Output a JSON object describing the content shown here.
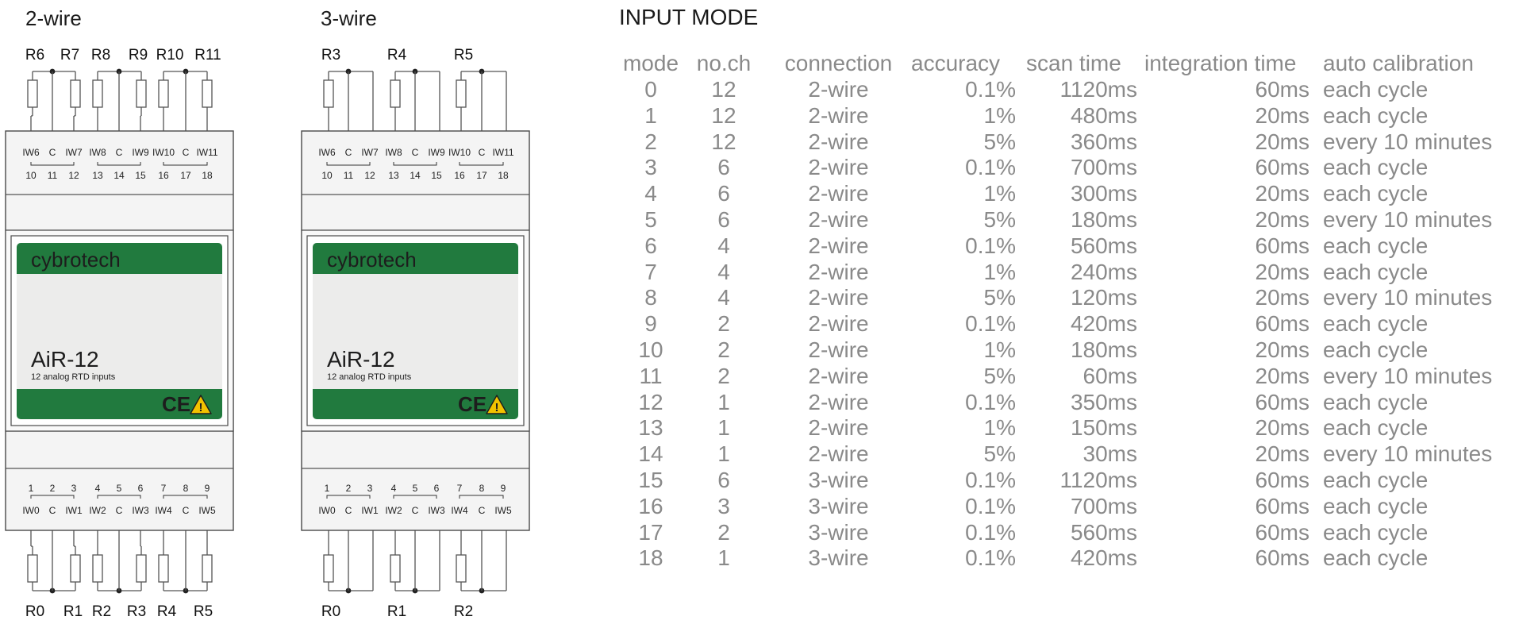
{
  "diagrams": [
    {
      "title": "2-wire",
      "top_resistor_labels": [
        "R6",
        "R7",
        "R8",
        "R9",
        "R10",
        "R11"
      ],
      "bottom_resistor_labels": [
        "R0",
        "R1",
        "R2",
        "R3",
        "R4",
        "R5"
      ],
      "top_terminal_names": [
        "IW6",
        "C",
        "IW7",
        "IW8",
        "C",
        "IW9",
        "IW10",
        "C",
        "IW11"
      ],
      "top_terminal_numbers": [
        "10",
        "11",
        "12",
        "13",
        "14",
        "15",
        "16",
        "17",
        "18"
      ],
      "bottom_terminal_numbers": [
        "1",
        "2",
        "3",
        "4",
        "5",
        "6",
        "7",
        "8",
        "9"
      ],
      "bottom_terminal_names": [
        "IW0",
        "C",
        "IW1",
        "IW2",
        "C",
        "IW3",
        "IW4",
        "C",
        "IW5"
      ],
      "brand": "cybrotech",
      "model": "AiR-12",
      "model_subtitle": "12 analog RTD inputs",
      "ce_mark": "CE"
    },
    {
      "title": "3-wire",
      "top_resistor_labels": [
        "R3",
        "R4",
        "R5"
      ],
      "bottom_resistor_labels": [
        "R0",
        "R1",
        "R2"
      ],
      "top_terminal_names": [
        "IW6",
        "C",
        "IW7",
        "IW8",
        "C",
        "IW9",
        "IW10",
        "C",
        "IW11"
      ],
      "top_terminal_numbers": [
        "10",
        "11",
        "12",
        "13",
        "14",
        "15",
        "16",
        "17",
        "18"
      ],
      "bottom_terminal_numbers": [
        "1",
        "2",
        "3",
        "4",
        "5",
        "6",
        "7",
        "8",
        "9"
      ],
      "bottom_terminal_names": [
        "IW0",
        "C",
        "IW1",
        "IW2",
        "C",
        "IW3",
        "IW4",
        "C",
        "IW5"
      ],
      "brand": "cybrotech",
      "model": "AiR-12",
      "model_subtitle": "12 analog RTD inputs",
      "ce_mark": "CE"
    }
  ],
  "input_mode": {
    "title": "INPUT MODE",
    "columns": [
      "mode",
      "no.ch",
      "connection",
      "accuracy",
      "scan time",
      "integration time",
      "auto calibration"
    ],
    "rows": [
      [
        "0",
        "12",
        "2-wire",
        "0.1%",
        "1120ms",
        "60ms",
        "each cycle"
      ],
      [
        "1",
        "12",
        "2-wire",
        "1%",
        "480ms",
        "20ms",
        "each cycle"
      ],
      [
        "2",
        "12",
        "2-wire",
        "5%",
        "360ms",
        "20ms",
        "every 10 minutes"
      ],
      [
        "3",
        "6",
        "2-wire",
        "0.1%",
        "700ms",
        "60ms",
        "each cycle"
      ],
      [
        "4",
        "6",
        "2-wire",
        "1%",
        "300ms",
        "20ms",
        "each cycle"
      ],
      [
        "5",
        "6",
        "2-wire",
        "5%",
        "180ms",
        "20ms",
        "every 10 minutes"
      ],
      [
        "6",
        "4",
        "2-wire",
        "0.1%",
        "560ms",
        "60ms",
        "each cycle"
      ],
      [
        "7",
        "4",
        "2-wire",
        "1%",
        "240ms",
        "20ms",
        "each cycle"
      ],
      [
        "8",
        "4",
        "2-wire",
        "5%",
        "120ms",
        "20ms",
        "every 10 minutes"
      ],
      [
        "9",
        "2",
        "2-wire",
        "0.1%",
        "420ms",
        "60ms",
        "each cycle"
      ],
      [
        "10",
        "2",
        "2-wire",
        "1%",
        "180ms",
        "20ms",
        "each cycle"
      ],
      [
        "11",
        "2",
        "2-wire",
        "5%",
        "60ms",
        "20ms",
        "every 10 minutes"
      ],
      [
        "12",
        "1",
        "2-wire",
        "0.1%",
        "350ms",
        "60ms",
        "each cycle"
      ],
      [
        "13",
        "1",
        "2-wire",
        "1%",
        "150ms",
        "20ms",
        "each cycle"
      ],
      [
        "14",
        "1",
        "2-wire",
        "5%",
        "30ms",
        "20ms",
        "every 10 minutes"
      ],
      [
        "15",
        "6",
        "3-wire",
        "0.1%",
        "1120ms",
        "60ms",
        "each cycle"
      ],
      [
        "16",
        "3",
        "3-wire",
        "0.1%",
        "700ms",
        "60ms",
        "each cycle"
      ],
      [
        "17",
        "2",
        "3-wire",
        "0.1%",
        "560ms",
        "60ms",
        "each cycle"
      ],
      [
        "18",
        "1",
        "3-wire",
        "0.1%",
        "420ms",
        "60ms",
        "each cycle"
      ]
    ]
  },
  "colors": {
    "brand_green": "#217a3e",
    "label_panel": "#ececeb",
    "module_body": "#f4f4f4",
    "outline": "#4a4a4a",
    "table_text": "#8a8a8a",
    "warning_yellow": "#f2c200"
  }
}
